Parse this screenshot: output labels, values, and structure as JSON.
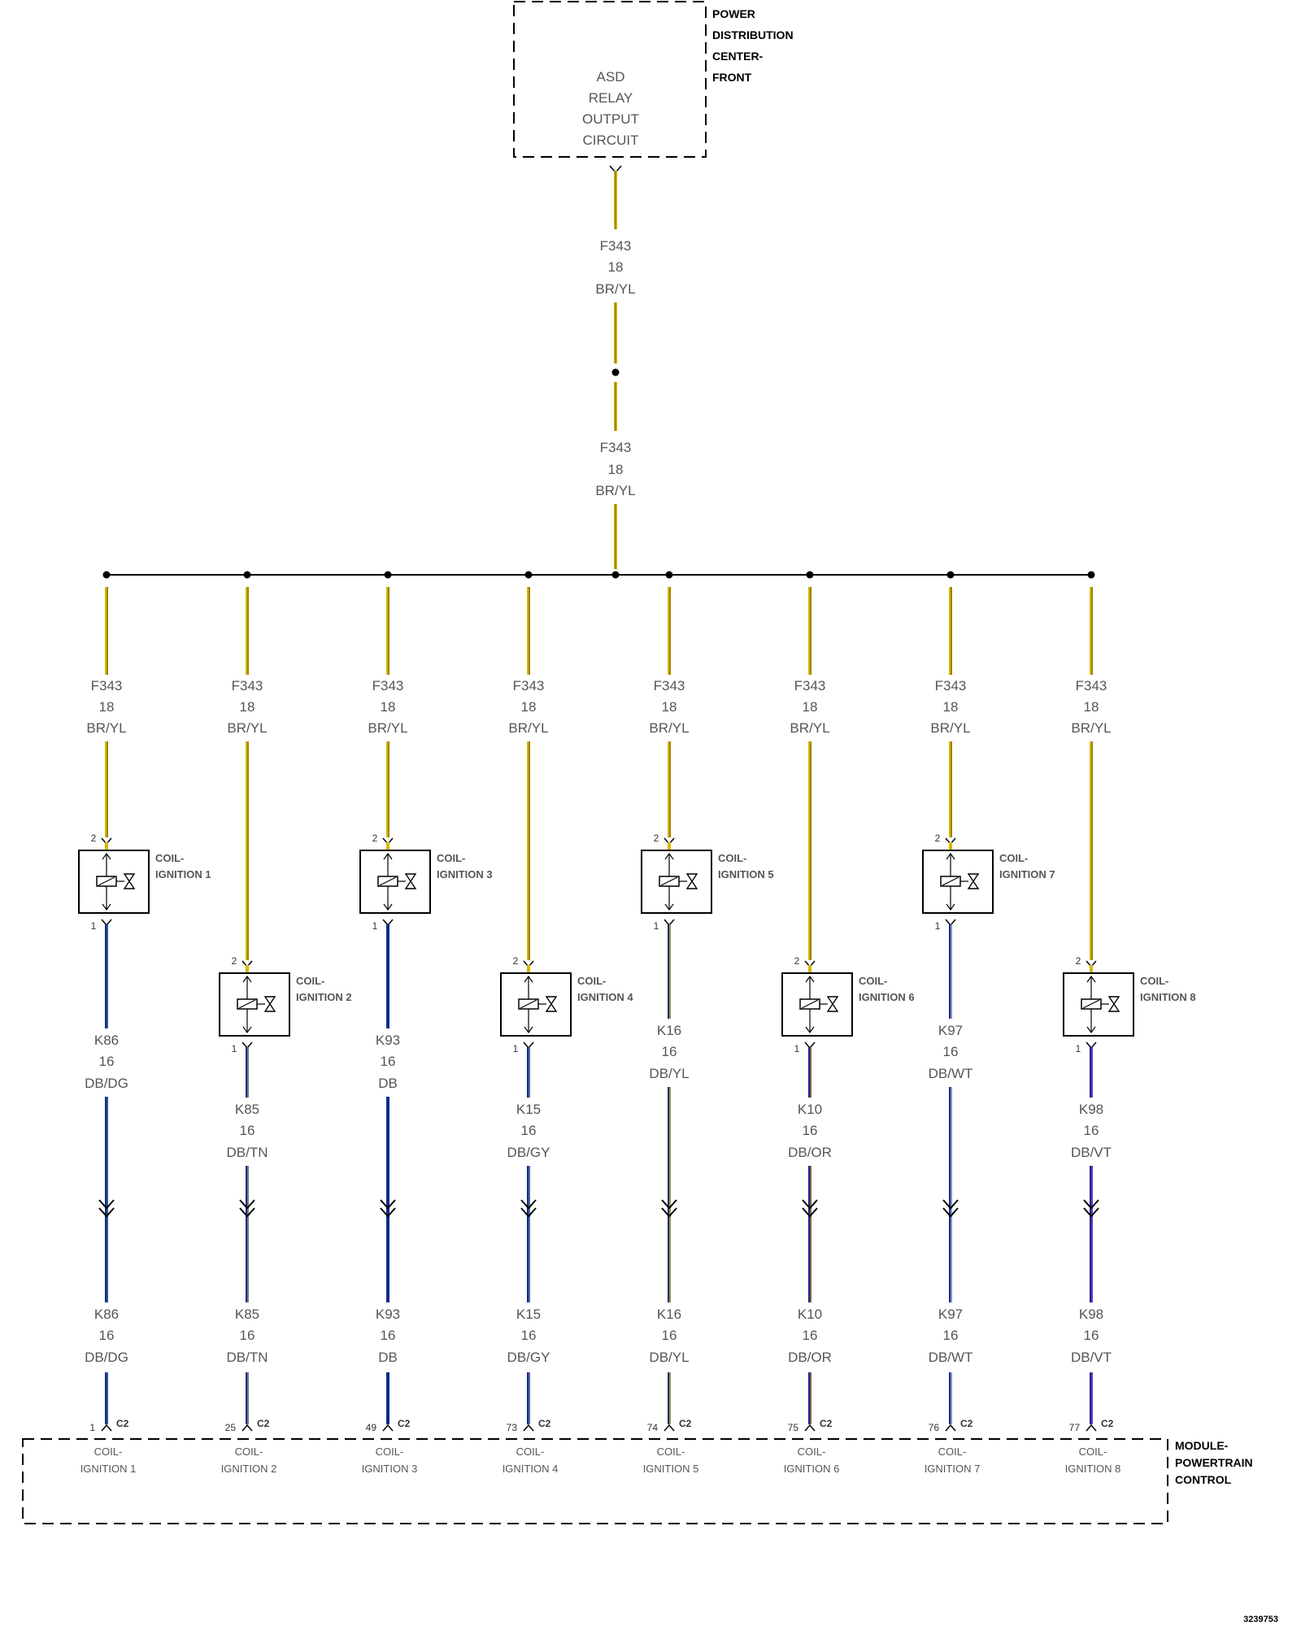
{
  "pdc": {
    "label": [
      "POWER",
      "DISTRIBUTION",
      "CENTER-",
      "FRONT"
    ],
    "circuit": [
      "ASD",
      "RELAY",
      "OUTPUT",
      "CIRCUIT"
    ]
  },
  "feed": {
    "upper": [
      "F343",
      "18",
      "BR/YL"
    ],
    "lower": [
      "F343",
      "18",
      "BR/YL"
    ]
  },
  "branches": [
    {
      "feed": [
        "F343",
        "18",
        "BR/YL"
      ],
      "coil_pin_in": "2",
      "coil_pin_out": "1",
      "coil_label": [
        "COIL-",
        "IGNITION 1"
      ],
      "sig_upper": [
        "K86",
        "16",
        "DB/DG"
      ],
      "sig_lower": [
        "K86",
        "16",
        "DB/DG"
      ],
      "pcm_pin": "1",
      "connector": "C2",
      "pcm_label": [
        "COIL-",
        "IGNITION 1"
      ],
      "stripe": "#3d7a8f"
    },
    {
      "feed": [
        "F343",
        "18",
        "BR/YL"
      ],
      "coil_pin_in": "2",
      "coil_pin_out": "1",
      "coil_label": [
        "COIL-",
        "IGNITION 2"
      ],
      "sig_upper": [
        "K85",
        "16",
        "DB/TN"
      ],
      "sig_lower": [
        "K85",
        "16",
        "DB/TN"
      ],
      "pcm_pin": "25",
      "connector": "C2",
      "pcm_label": [
        "COIL-",
        "IGNITION 2"
      ],
      "stripe": "#c2a878"
    },
    {
      "feed": [
        "F343",
        "18",
        "BR/YL"
      ],
      "coil_pin_in": "2",
      "coil_pin_out": "1",
      "coil_label": [
        "COIL-",
        "IGNITION 3"
      ],
      "sig_upper": [
        "K93",
        "16",
        "DB"
      ],
      "sig_lower": [
        "K93",
        "16",
        "DB"
      ],
      "pcm_pin": "49",
      "connector": "C2",
      "pcm_label": [
        "COIL-",
        "IGNITION 3"
      ],
      "stripe": "#0d2a8a"
    },
    {
      "feed": [
        "F343",
        "18",
        "BR/YL"
      ],
      "coil_pin_in": "2",
      "coil_pin_out": "1",
      "coil_label": [
        "COIL-",
        "IGNITION 4"
      ],
      "sig_upper": [
        "K15",
        "16",
        "DB/GY"
      ],
      "sig_lower": [
        "K15",
        "16",
        "DB/GY"
      ],
      "pcm_pin": "73",
      "connector": "C2",
      "pcm_label": [
        "COIL-",
        "IGNITION 4"
      ],
      "stripe": "#8a8fa8"
    },
    {
      "feed": [
        "F343",
        "18",
        "BR/YL"
      ],
      "coil_pin_in": "2",
      "coil_pin_out": "1",
      "coil_label": [
        "COIL-",
        "IGNITION 5"
      ],
      "sig_upper": [
        "K16",
        "16",
        "DB/YL"
      ],
      "sig_lower": [
        "K16",
        "16",
        "DB/YL"
      ],
      "pcm_pin": "74",
      "connector": "C2",
      "pcm_label": [
        "COIL-",
        "IGNITION 5"
      ],
      "stripe": "#e8e000"
    },
    {
      "feed": [
        "F343",
        "18",
        "BR/YL"
      ],
      "coil_pin_in": "2",
      "coil_pin_out": "1",
      "coil_label": [
        "COIL-",
        "IGNITION 6"
      ],
      "sig_upper": [
        "K10",
        "16",
        "DB/OR"
      ],
      "sig_lower": [
        "K10",
        "16",
        "DB/OR"
      ],
      "pcm_pin": "75",
      "connector": "C2",
      "pcm_label": [
        "COIL-",
        "IGNITION 6"
      ],
      "stripe": "#e07a1a"
    },
    {
      "feed": [
        "F343",
        "18",
        "BR/YL"
      ],
      "coil_pin_in": "2",
      "coil_pin_out": "1",
      "coil_label": [
        "COIL-",
        "IGNITION 7"
      ],
      "sig_upper": [
        "K97",
        "16",
        "DB/WT"
      ],
      "sig_lower": [
        "K97",
        "16",
        "DB/WT"
      ],
      "pcm_pin": "76",
      "connector": "C2",
      "pcm_label": [
        "COIL-",
        "IGNITION 7"
      ],
      "stripe": "#d8d8e8"
    },
    {
      "feed": [
        "F343",
        "18",
        "BR/YL"
      ],
      "coil_pin_in": "2",
      "coil_pin_out": "1",
      "coil_label": [
        "COIL-",
        "IGNITION 8"
      ],
      "sig_upper": [
        "K98",
        "16",
        "DB/VT"
      ],
      "sig_lower": [
        "K98",
        "16",
        "DB/VT"
      ],
      "pcm_pin": "77",
      "connector": "C2",
      "pcm_label": [
        "COIL-",
        "IGNITION 8"
      ],
      "stripe": "#a040e0"
    }
  ],
  "pcm": {
    "label": [
      "MODULE-",
      "POWERTRAIN",
      "CONTROL"
    ]
  },
  "figure_id": "3239753",
  "colors": {
    "feed_wire": "#d4b800",
    "feed_stripe": "#7a5a00",
    "db_wire": "#0d2a8a",
    "line": "#000000",
    "label": "#555555"
  }
}
